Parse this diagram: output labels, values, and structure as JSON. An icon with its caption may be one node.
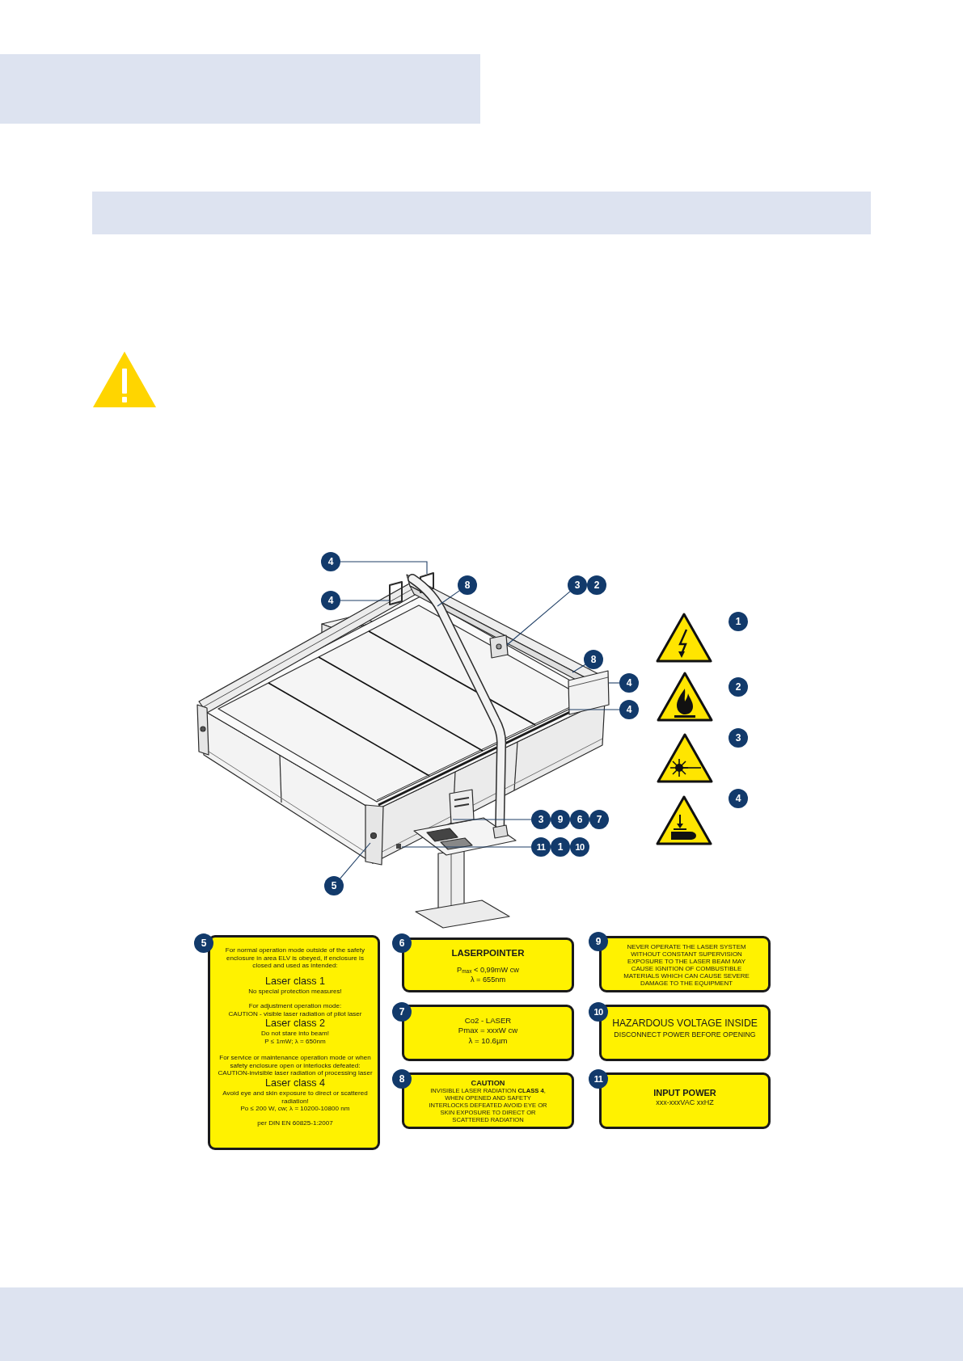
{
  "diagram": {
    "nodes": [
      {
        "text": [],
        "shape": "bar"
      },
      {
        "text": [],
        "shape": "picture"
      },
      {
        "text": [
          "4"
        ]
      },
      {
        "text": [
          "4"
        ]
      },
      {
        "text": [
          "8"
        ]
      },
      {
        "text": [
          "3"
        ]
      },
      {
        "text": [
          "2"
        ]
      },
      {
        "text": [
          "1"
        ]
      },
      {
        "text": [
          "8"
        ]
      },
      {
        "text": [
          "4"
        ]
      },
      {
        "text": [
          "2"
        ]
      },
      {
        "text": [
          "4"
        ]
      },
      {
        "text": [
          "3"
        ]
      },
      {
        "text": [
          "4"
        ]
      },
      {
        "text": [
          "3"
        ]
      },
      {
        "text": [
          "9"
        ]
      },
      {
        "text": [
          "6"
        ]
      },
      {
        "text": [
          "7"
        ]
      },
      {
        "text": [
          "11"
        ]
      },
      {
        "text": [
          "1"
        ]
      },
      {
        "text": [
          "10"
        ]
      },
      {
        "text": [
          "5"
        ]
      },
      {
        "text": [
          "5"
        ]
      },
      {
        "text": [
          "For normal operation mode outside of the safety enclosure in area ELV is obeyed, if enclosure is closed and used as intended:",
          "Laser class 1",
          "No special protection measures!",
          "For adjustment operation mode:",
          "CAUTION - visible laser radiation of pilot laser",
          "Laser class 2",
          "Do not stare into beam!",
          "P ≤ 1mW; λ = 650nm",
          "For service or maintenance operation mode or when safety enclosure open or interlocks defeated:",
          "CAUTION-invisible laser radiation of processing laser",
          "Laser class 4",
          "Avoid eye and skin exposure to direct or scattered radiation!",
          "Po ≤ 200 W, cw; λ = 10200-10800 nm",
          "per DIN EN 60825-1:2007"
        ]
      },
      {
        "text": [
          "6"
        ]
      },
      {
        "text": [
          "LASERPOINTER",
          "P$_{max}$ < 0,99mW cw",
          "λ = 655nm"
        ]
      },
      {
        "text": [
          "9"
        ]
      },
      {
        "text": [
          "NEVER OPERATE THE LASER SYSTEM WITHOUT CONSTANT SUPERVISION EXPOSURE TO THE LASER BEAM MAY CAUSE IGNITION OF COMBUSTIBLE MATERIALS WHICH CAN CAUSE SEVERE DAMAGE TO THE EQUIPMENT"
        ]
      },
      {
        "text": [
          "7"
        ]
      },
      {
        "text": [
          "Co2 - LASER",
          "Pmax = xxxW cw",
          "λ = 10.6µm"
        ]
      },
      {
        "text": [
          "10"
        ]
      },
      {
        "text": [
          "HAZARDOUS VOLTAGE INSIDE",
          "DISCONNECT POWER BEFORE OPENING"
        ]
      },
      {
        "text": [
          "8"
        ]
      },
      {
        "text": [
          "CAUTION",
          "INVISIBLE LASER RADIATION **CLASS 4**, WHEN OPENED AND SAFETY INTERLOCKS DEFEATED AVOID EYE OR SKIN EXPOSURE TO DIRECT OR SCATTERED RADIATION"
        ]
      },
      {
        "text": [
          "11"
        ]
      },
      {
        "text": [
          "INPUT POWER",
          "xxx-xxxVAC xxHZ"
        ]
      }
    ],
    "edges": [
      {
        "from": 2,
        "to": 1,
        "arrow": "none"
      },
      {
        "from": 3,
        "to": 1,
        "arrow": "none"
      },
      {
        "from": 4,
        "to": 1,
        "arrow": "none"
      },
      {
        "from": 5,
        "to": 1,
        "arrow": "none"
      },
      {
        "from": 8,
        "to": 1,
        "arrow": "none"
      },
      {
        "from": 9,
        "to": 1,
        "arrow": "none"
      },
      {
        "from": 11,
        "to": 1,
        "arrow": "none"
      },
      {
        "from": 14,
        "to": 1,
        "arrow": "none"
      },
      {
        "from": 18,
        "to": 1,
        "arrow": "none"
      },
      {
        "from": 21,
        "to": 1,
        "arrow": "none"
      }
    ]
  }
}
